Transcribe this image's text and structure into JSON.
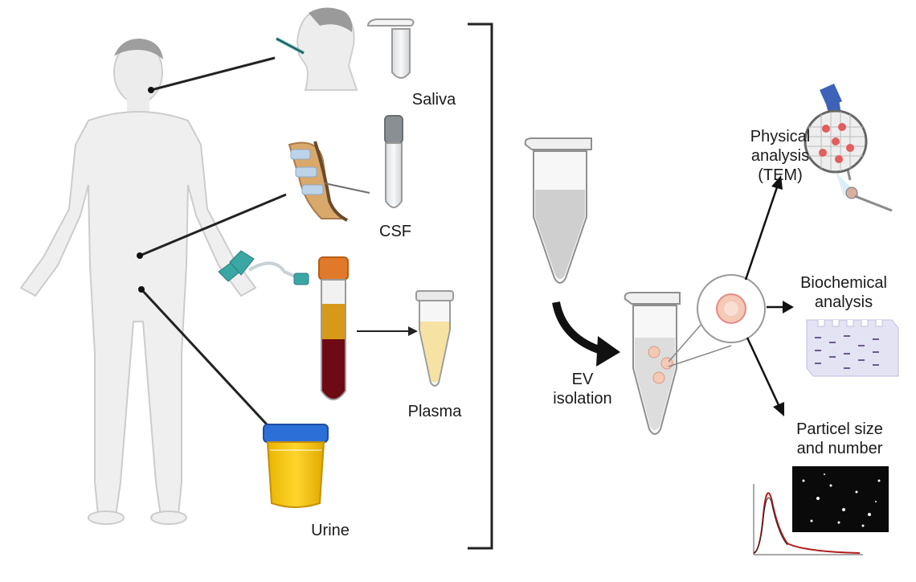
{
  "sources": {
    "saliva": "Saliva",
    "csf": "CSF",
    "plasma": "Plasma",
    "urine": "Urine"
  },
  "process": {
    "ev_line1": "EV",
    "ev_line2": "isolation"
  },
  "analyses": {
    "physical": [
      "Physical",
      "analysis",
      "(TEM)"
    ],
    "biochemical": [
      "Biochemical",
      "analysis"
    ],
    "particle": [
      "Particel size",
      "and number"
    ]
  },
  "colors": {
    "body": "#efefef",
    "body_outline": "#c9c9c9",
    "arrow": "#111111",
    "urine": "#f2c300",
    "urine_lid": "#2c6fd6",
    "plasma": "#f6e3a3",
    "blood": "#6d0a14",
    "tube_cap_orange": "#e07a2a",
    "cannula": "#3aa7a5",
    "ev_particle": "#f4c9b6",
    "tem_particle": "#e35d5d",
    "pipette": "#3d63b8"
  }
}
